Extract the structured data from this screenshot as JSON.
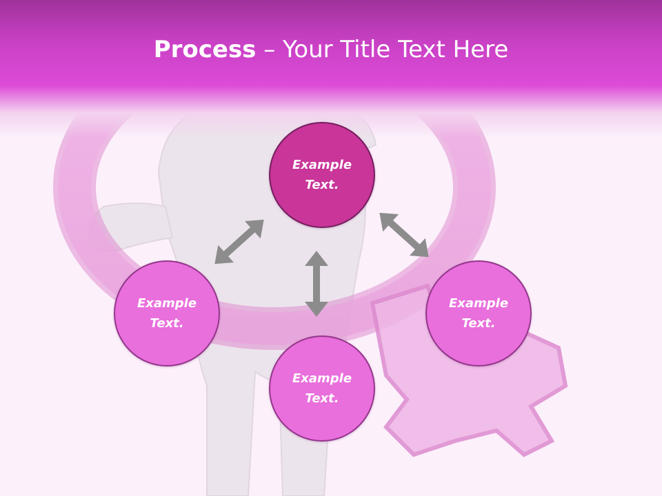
{
  "title": {
    "bold": "Process",
    "rest": " – Your Title Text Here"
  },
  "nodes": [
    {
      "label": "Example\nText.",
      "variant": "dark"
    },
    {
      "label": "Example\nText.",
      "variant": "light"
    },
    {
      "label": "Example\nText.",
      "variant": "light"
    },
    {
      "label": "Example\nText.",
      "variant": "light"
    }
  ],
  "arrows": [
    {
      "from": "top",
      "to": "left"
    },
    {
      "from": "top",
      "to": "right"
    },
    {
      "from": "top",
      "to": "bottom"
    }
  ],
  "colors": {
    "header_top": "#a0329b",
    "header_mid": "#dd4bd8",
    "node_dark": "#c93598",
    "node_light": "#e96fdc",
    "arrow": "#8c8c8c",
    "title_text": "#ffffff"
  },
  "icons": [
    "female-symbol-icon",
    "figure-illustration"
  ]
}
